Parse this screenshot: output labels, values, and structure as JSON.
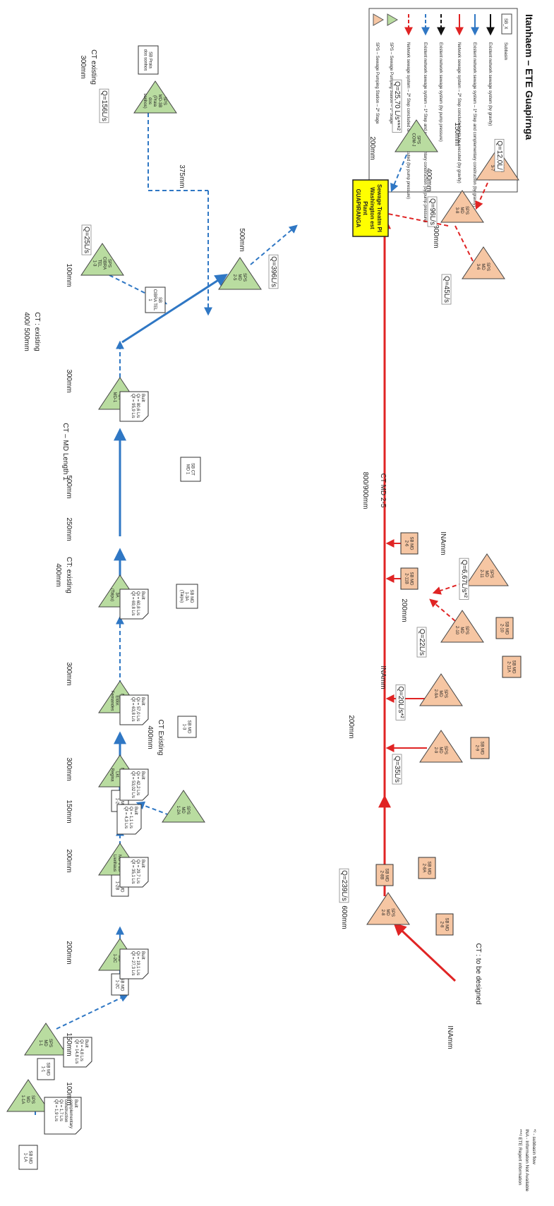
{
  "legend": {
    "title": "Itanhaem – ETE Guapirnga",
    "subbasin_box": "SB_X",
    "subbasin_label": "Subbasin",
    "items": [
      "Existent network sewage system (by gravity)",
      "Existent network sewage system – 1ª Step and complementary construction (by gravity)",
      "Network sewage system – 2ª Step concluded or to be executed (by gravity)",
      "Existent network sewage system (by pump pressure)",
      "Existent network sewage system – 1ª Step and complementary construction (by pump pressure)",
      "Network sewage system – 2ª Step concluded or to be executed (by pump pressure)",
      "SPS – Sewage Pumping Station – 1ª Stage",
      "SPS – Sewage Pumping Station – 2ª Stage"
    ]
  },
  "plant": {
    "lines": [
      "Sewage Treatm Pl",
      "Washington est",
      "Plant",
      "GUAPIRANGA"
    ]
  },
  "colors": {
    "blue": "#2f77c4",
    "red": "#e02424",
    "green_sps": "#b9dca0",
    "orange_sps": "#f6c6a3",
    "plant": "#ffff00"
  },
  "sps": {
    "md1_1a": [
      "SPS",
      "MD",
      "1-1A"
    ],
    "md1_1": [
      "SPS",
      "MD",
      "1-1"
    ],
    "md1_2c": [
      "SPS",
      "MD",
      "1-2C"
    ],
    "md1_2b": [
      "SPS",
      "MD-1-2B",
      "Lienhaus"
    ],
    "md1_2a": [
      "SPS",
      "MD",
      "1-2A"
    ],
    "md1_2": [
      "SPS",
      "MD-1-2",
      "Lkt.",
      "Regina"
    ],
    "md1_3": [
      "SPS",
      "MD-1-3",
      "Eldor.",
      "Fernandes"
    ],
    "md1_3a": [
      "SPS",
      "MD-1",
      "3A",
      "(Taipu)"
    ],
    "ct_md1": [
      "SPS",
      "CT",
      "MD-1"
    ],
    "cibratel": [
      "SPS",
      "CIBRA",
      "TEL",
      "1-3"
    ],
    "md2_5": [
      "SPS",
      "MD",
      "2-5"
    ],
    "md3b": [
      "SPS",
      "MD-3B",
      "(Praia",
      "dos",
      "sonhos)"
    ],
    "comj": [
      "SPS",
      "COM-J"
    ],
    "md2_8": [
      "SPS",
      "MD",
      "2-8"
    ],
    "md2_9": [
      "SPS",
      "MD",
      "2-9"
    ],
    "md2_9a": [
      "SPS",
      "MD",
      "2-9A"
    ],
    "md2_10": [
      "SPS",
      "MD",
      "2-10"
    ],
    "md2_11": [
      "SPS",
      "MD",
      "2-11"
    ],
    "md3_6": [
      "SPS",
      "MD",
      "3-6"
    ],
    "md3_8": [
      "SPS",
      "MD",
      "3-8"
    ],
    "md3_7": [
      "SPS",
      "MD",
      "3-7"
    ]
  },
  "subbasins": {
    "sb1_1a": [
      "SB MD",
      "1-1A"
    ],
    "sb1_1": [
      "SB MD",
      "1-1"
    ],
    "sb1_2c": [
      "SB MD",
      "1-2C"
    ],
    "sb1_2b": [
      "SB MD",
      "1-2B"
    ],
    "sb1_2": [
      "SB MD",
      "1-2"
    ],
    "sb1_3": [
      "SB MD",
      "1-3"
    ],
    "sb1_3a": [
      "SB MD",
      "1-3A",
      "(Taipu)"
    ],
    "sbct": [
      "SB CT",
      "MD 1"
    ],
    "sbcib": [
      "SB",
      "CIBRA TEL",
      "1"
    ],
    "sbpraia": [
      "SB Praia",
      "dos sonhos"
    ],
    "sb2_8": [
      "SB MD",
      "2-8"
    ],
    "sb2_8a": [
      "SB MD",
      "2-8A"
    ],
    "sb2_8b": [
      "SB MD",
      "2-8B"
    ],
    "sb2_9": [
      "SB MD",
      "2-9"
    ],
    "sb2_11a": [
      "SB MD",
      "2-11A"
    ],
    "sb2_10": [
      "SB MD",
      "2-10"
    ],
    "sb2_6": [
      "SB MD",
      "2-6"
    ],
    "sb2_11b": [
      "SB MD",
      "2-11B"
    ]
  },
  "notes": {
    "n1_1a": [
      "Built",
      "complementary",
      "construction",
      "Qi = 1,7 L/s",
      "Qf = 1,9 L/s"
    ],
    "n1_1": [
      "Built",
      "Qi = 4,8 L/s",
      "Qf = 14,8 L/s"
    ],
    "n1_2c": [
      "Built",
      "Qi = 19,1 L/s",
      "Qf = 27,3 L/s"
    ],
    "n1_2b": [
      "Built",
      "Qi = 29,7 L/s",
      "Qf = 35,1 L/s"
    ],
    "n1_2a": [
      "Built",
      "Qi = 1,1 L/s",
      "Qf = 4,3 L/s"
    ],
    "n1_2": [
      "Built",
      "Qi = 42,2 L/s",
      "Qf = 53,02 L/s"
    ],
    "n1_3": [
      "Built",
      "Qi = 57,0 L/s",
      "Qf = 63,8 L/s"
    ],
    "n1_3a": [
      "Built",
      "Qi = 60,8 L/s",
      "Qf = 69,8 L/s"
    ],
    "nct": [
      "Built",
      "Qi = 80,6 L/s",
      "Qf = 95,9 L/s"
    ]
  },
  "labels": {
    "d100_a": "100mm",
    "d150_a": "150mm",
    "d200_a": "200mm",
    "d200_b": "200mm",
    "d150_b": "150mm",
    "d300_a": "300mm",
    "ct_exist_a": "CT Existing",
    "d400_a": "400mm",
    "d300_b": "300mm",
    "ct_exist_b": "CT: existing",
    "d400_b": "400mm",
    "d250": "250mm",
    "d500_a": "500mm",
    "ct_md_length": "CT – MD Length 1",
    "d300_c": "300mm",
    "ct_exist_c": "CT : existing",
    "d400_500": "400/ 500mm",
    "d100_b": "100mm",
    "q25": "Q=25L/s",
    "q396": "Q=396L/s",
    "d500_b": "500mm",
    "d375": "375mm",
    "q156": "Q=156L/s",
    "ct_exist_d": "CT existing",
    "d300_d": "300mm",
    "ina_a": "INAmm",
    "ct_designed": "CT : to be designed",
    "d600": "600mm",
    "q239": "Q=239L/s",
    "q35": "Q=35L/s",
    "d200_c": "200mm",
    "q20": "Q=20L/s*²",
    "ina_b": "INAmm",
    "q22": "Q=22L/s",
    "d200_d": "200mm",
    "q667": "Q=6,67L/s*²",
    "ina_c": "INAmm",
    "ct_md2": "CT MD 2-5",
    "d800_900": "800/900mm",
    "q45": "Q=45L/s",
    "d300_e": "300mm",
    "q96": "Q=96L/s",
    "d400_c": "400mm",
    "q12": "Q=12,0L/",
    "d150_c": "150mm",
    "q2570": "Q=25,70 L/s***²",
    "d200_e": "200mm"
  },
  "footnotes": [
    "*² - subbasin flow",
    "INA - Information Not Available",
    "***² ETE Report information"
  ]
}
